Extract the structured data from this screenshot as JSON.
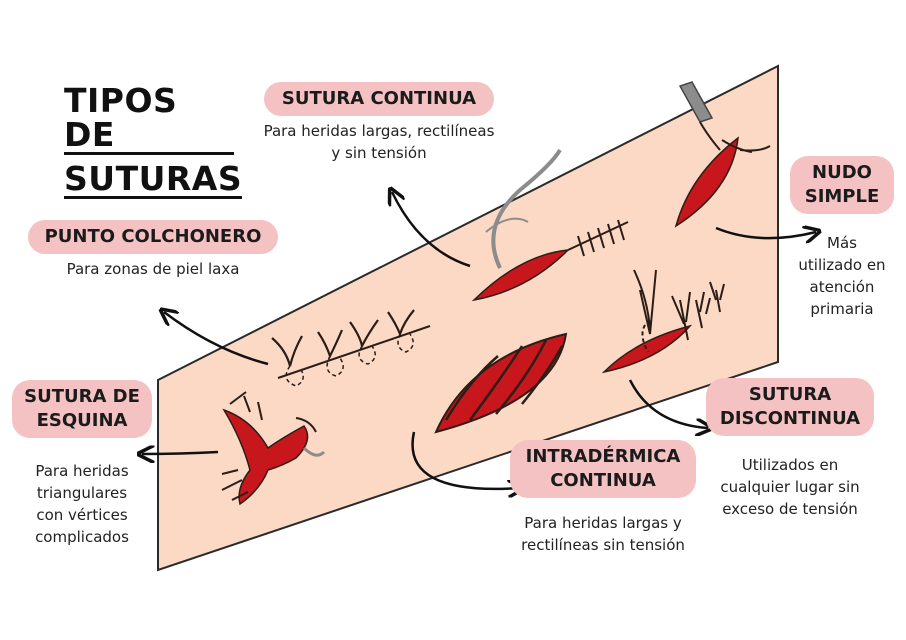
{
  "title": {
    "line1": "TIPOS DE",
    "line2": "SUTURAS"
  },
  "labels": {
    "sutura_continua": {
      "title": "SUTURA CONTINUA",
      "desc1": "Para heridas largas, rectilíneas",
      "desc2": "y sin tensión"
    },
    "punto_colchonero": {
      "title": "PUNTO COLCHONERO",
      "desc1": "Para zonas de piel laxa"
    },
    "sutura_esquina": {
      "title1": "SUTURA DE",
      "title2": "ESQUINA",
      "desc1": "Para heridas",
      "desc2": "triangulares",
      "desc3": "con vértices",
      "desc4": "complicados"
    },
    "nudo_simple": {
      "title1": "NUDO",
      "title2": "SIMPLE",
      "desc1": "Más",
      "desc2": "utilizado en",
      "desc3": "atención",
      "desc4": "primaria"
    },
    "intradermica": {
      "title1": "INTRADÉRMICA",
      "title2": "CONTINUA",
      "desc1": "Para heridas largas y",
      "desc2": "rectilíneas sin tensión"
    },
    "sutura_discontinua": {
      "title1": "SUTURA",
      "title2": "DISCONTINUA",
      "desc1": "Utilizados en",
      "desc2": "cualquier lugar sin",
      "desc3": "exceso de tensión"
    }
  },
  "colors": {
    "skin": "#fbd9c4",
    "wound": "#c8171c",
    "pill": "#f5c2c3",
    "thread": "#2b1d17",
    "needle": "#8c8c8c"
  }
}
